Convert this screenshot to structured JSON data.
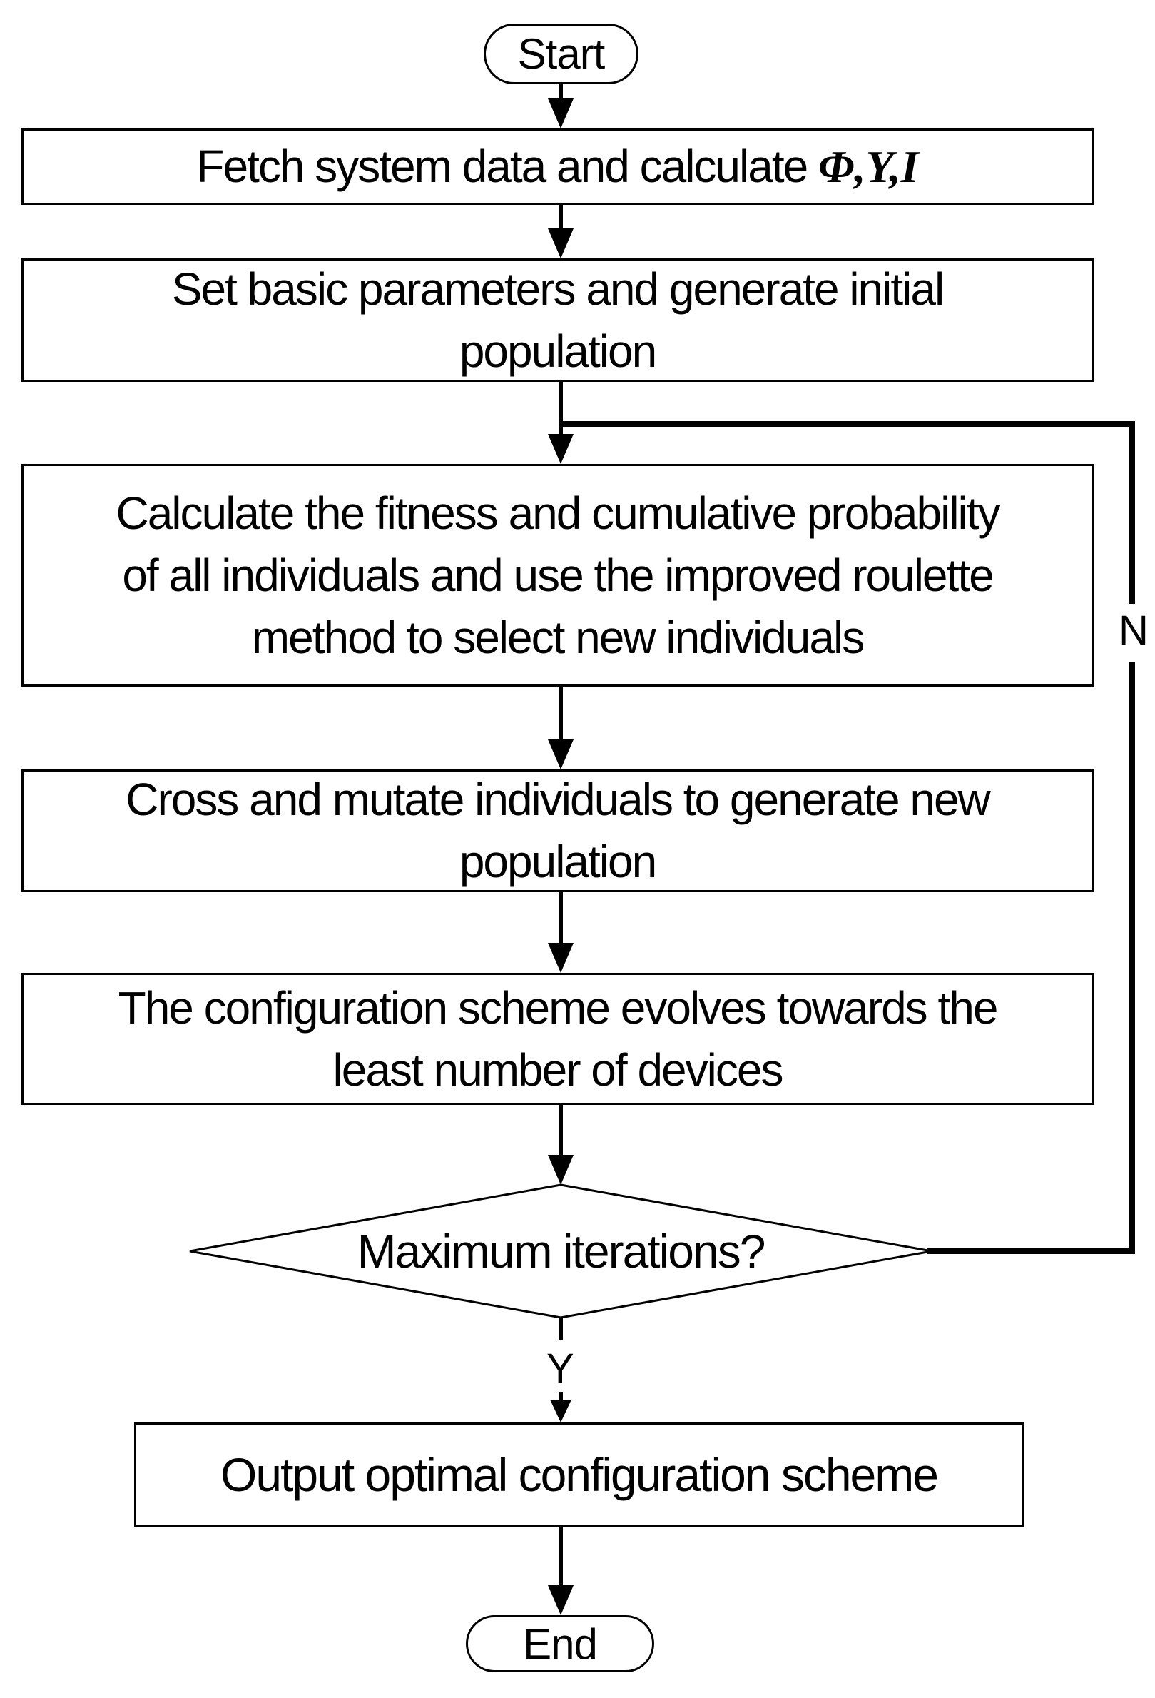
{
  "page": {
    "background_color": "#ffffff",
    "line_color": "#000000"
  },
  "flow": {
    "start": {
      "label": "Start"
    },
    "boxes": [
      {
        "id": "fetch-data",
        "lines": [
          {
            "text": "Fetch system data and calculate ",
            "math": "Φ,Y,I"
          }
        ]
      },
      {
        "id": "init-population",
        "lines": [
          "Set basic parameters and generate initial",
          "population"
        ]
      },
      {
        "id": "fitness-selection",
        "lines": [
          "Calculate the fitness and cumulative probability",
          "of all individuals and use the improved roulette",
          "method to select new individuals"
        ]
      },
      {
        "id": "cross-mutate",
        "lines": [
          "Cross and mutate individuals to generate new",
          "population"
        ]
      },
      {
        "id": "evolve-scheme",
        "lines": [
          "The configuration scheme evolves towards the",
          "least number of devices"
        ]
      }
    ],
    "decision": {
      "label": "Maximum iterations?",
      "yes_label": "Y",
      "no_label": "N"
    },
    "output_box": {
      "label": "Output optimal configuration scheme"
    },
    "end": {
      "label": "End"
    }
  }
}
